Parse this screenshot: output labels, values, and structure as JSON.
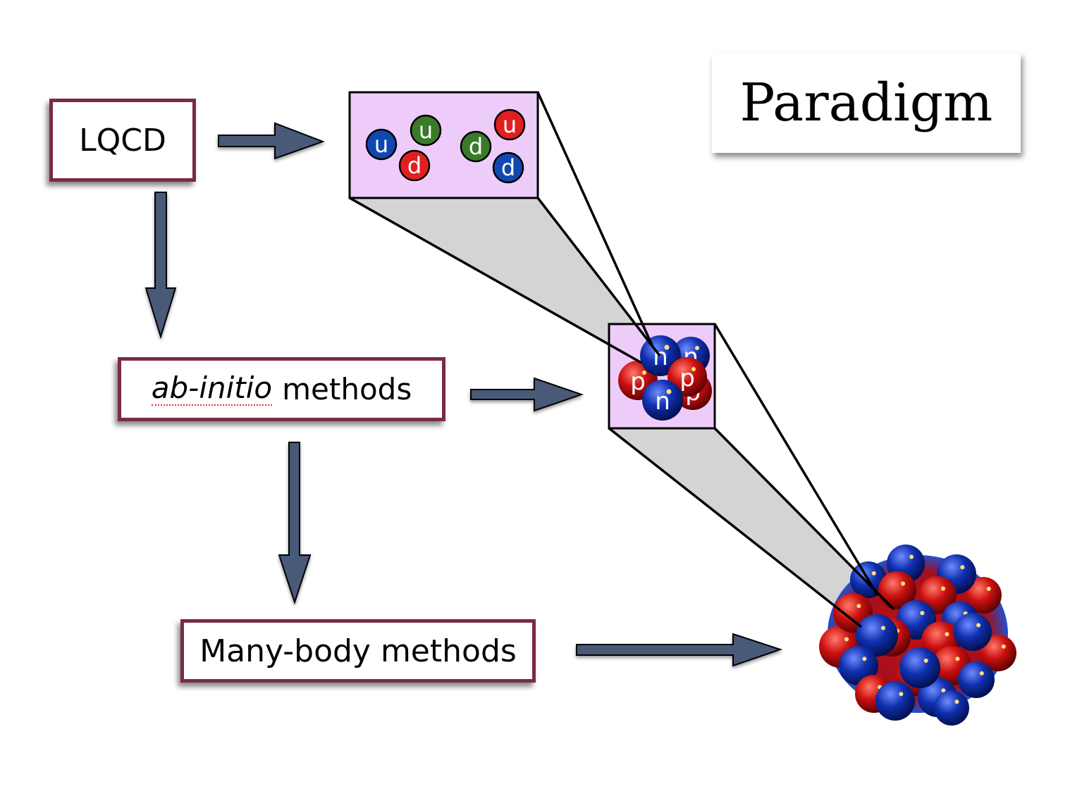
{
  "title": "Paradigm",
  "boxes": {
    "lqcd": "LQCD",
    "ab_initio_italic": "ab-initio",
    "ab_initio_rest": "methods",
    "many_body": "Many-body methods"
  },
  "quark_panel": {
    "quarks": [
      {
        "label": "u",
        "color": "blue"
      },
      {
        "label": "u",
        "color": "green"
      },
      {
        "label": "d",
        "color": "red"
      },
      {
        "label": "d",
        "color": "green"
      },
      {
        "label": "u",
        "color": "red"
      },
      {
        "label": "d",
        "color": "blue"
      }
    ]
  },
  "nucleon_panel": {
    "nucleons": [
      "n",
      "n",
      "p",
      "p",
      "p",
      "n"
    ]
  },
  "colors": {
    "box_border": "#7a2a48",
    "panel_fill": "#eeccfa",
    "arrow_fill": "#4a5a78",
    "cone_fill": "#d4d4d4",
    "proton_red": "#cc1010",
    "neutron_blue": "#1030b0",
    "quark_green": "#3a7a2a"
  }
}
